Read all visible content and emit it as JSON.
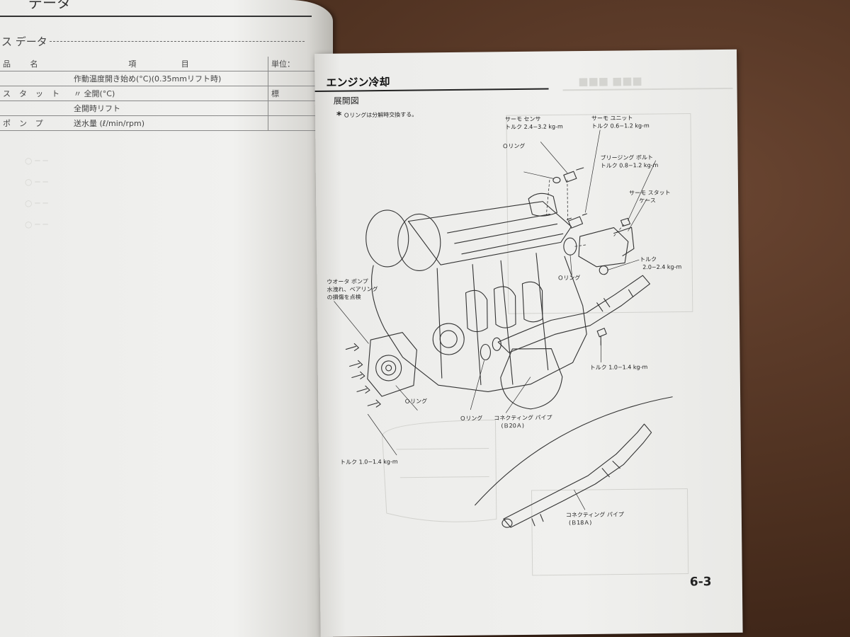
{
  "left_page": {
    "header_title": "データ",
    "section_title": "ス データ",
    "table_header": {
      "col0": "品 名",
      "col1": "項 目",
      "col2": "単位："
    },
    "rows": [
      {
        "c0": "",
        "c1": "作動温度開き始め(°C)(0.35mmリフト時)",
        "c2": ""
      },
      {
        "c0": "スタット",
        "c1": "〃 全開(°C)",
        "c2": "標"
      },
      {
        "c0": "",
        "c1": "全開時リフト",
        "c2": ""
      },
      {
        "c0": "ポンプ",
        "c1": "送水量 (ℓ/min/rpm)",
        "c2": ""
      }
    ]
  },
  "right_page": {
    "title": "エンジン冷却",
    "subtitle": "展開図",
    "note": "Ｏリングは分解時交換する。",
    "labels": {
      "thermo_sensor": "サーモ センサ",
      "thermo_sensor_torque": "トルク 2.4−3.2 kg-m",
      "thermo_unit": "サーモ ユニット",
      "thermo_unit_torque": "トルク 0.6−1.2 kg-m",
      "oring_top": "Ｏリング",
      "bleeding_bolt": "ブリージング ボルト",
      "bleeding_bolt_torque": "トルク 0.8−1.2 kg-m",
      "thermostat_case_1": "サーモ スタット",
      "thermostat_case_2": "ケース",
      "torque_case": "トルク",
      "torque_case_value": "2.0−2.4 kg-m",
      "oring_mid": "Ｏリング",
      "water_pump": "ウオータ ポンプ",
      "water_pump_note_1": "水洩れ、ベアリング",
      "water_pump_note_2": "の損傷を点検",
      "torque_right": "トルク 1.0−1.4 kg-m",
      "oring_pump": "Ｏリング",
      "oring_pipe": "Ｏリング",
      "pipe_b20a": "コネクティング パイプ",
      "pipe_b20a_model": "(Ｂ20Ａ)",
      "torque_left": "トルク 1.0−1.4 kg-m",
      "pipe_b18a": "コネクティング パイプ",
      "pipe_b18a_model": "(Ｂ18Ａ)"
    },
    "page_number": "6-3"
  },
  "colors": {
    "paper": "#efefed",
    "ink": "#222222",
    "table_background": "#4a2e1e"
  }
}
